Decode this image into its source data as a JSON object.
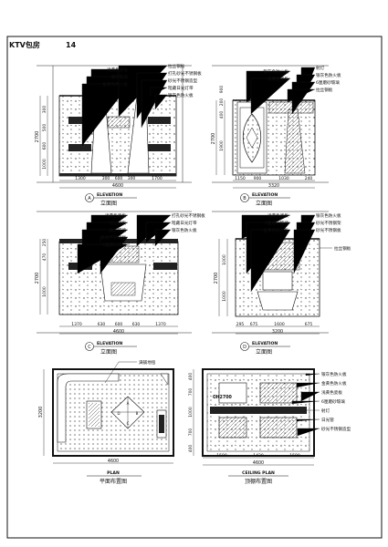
{
  "sheet": {
    "title": "KTV包房",
    "number": "14"
  },
  "elevation_a": {
    "callouts_left": [
      "浅黄色瓷板",
      "磨砂玻璃",
      "金黄色防火板"
    ],
    "callouts_right": [
      "拉丝钢板",
      "打孔砂光不锈钢板",
      "砂光不锈钢造型",
      "暗藏日光灯带",
      "银灰色防火板"
    ],
    "vertical_dims": [
      "2700",
      "1000",
      "600",
      "500",
      "300"
    ],
    "horizontal_dims": [
      "1300",
      "300",
      "600",
      "300",
      "1700"
    ],
    "total_width": "4600",
    "marker": "A",
    "label_en": "ELEVATION",
    "label_cn": "立面图"
  },
  "elevation_b": {
    "callouts_left": [
      "银灰色防火板",
      "浅黄色瓷板"
    ],
    "callouts_right": [
      "射灯",
      "银灰色防火板",
      "6厘磨砂玻璃",
      "拉丝钢板"
    ],
    "vertical_dims": [
      "2700",
      "1900",
      "400",
      "200",
      "900"
    ],
    "horizontal_dims": [
      "1150",
      "900",
      "1030",
      "240"
    ],
    "total_width": "3320",
    "marker": "B",
    "label_en": "ELEVATION",
    "label_cn": "立面图"
  },
  "elevation_c": {
    "callouts_left": [
      "浅黄色瓷板",
      "拉丝钢板",
      "磨砂玻璃",
      "砂光不锈钢栏",
      "6厘磨砂玻璃"
    ],
    "callouts_right": [
      "打孔砂光不锈钢板",
      "暗藏日光灯带",
      "银灰色防火板"
    ],
    "vertical_dims": [
      "2700",
      "1000",
      "470",
      "250"
    ],
    "horizontal_dims": [
      "1370",
      "630",
      "600",
      "630",
      "1370"
    ],
    "total_width": "4600",
    "marker": "C",
    "label_en": "ELEVATION",
    "label_cn": "立面图"
  },
  "elevation_d": {
    "callouts_left": [
      "浅黄色瓷板",
      "6厘磨砂玻璃",
      "金黄色防火板"
    ],
    "callouts_right": [
      "银灰色防火板",
      "砂光不锈钢架",
      "砂光不锈钢板"
    ],
    "side_note": "拉丝钢板",
    "vertical_dims": [
      "2700",
      "1000",
      "1000"
    ],
    "horizontal_dims": [
      "295",
      "675",
      "1600",
      "675"
    ],
    "total_width": "3200",
    "marker": "D",
    "label_en": "ELEVATION",
    "label_cn": "立面图"
  },
  "plan": {
    "callout": "满铺地毯",
    "vertical_dim": "3200",
    "total_width": "4600",
    "markers": [
      "A",
      "B",
      "C",
      "D"
    ],
    "label_en": "PLAN",
    "label_cn": "平面布置图"
  },
  "ceiling": {
    "callouts": [
      "银灰色防火板",
      "金黄色防火板",
      "浅黄色瓷板",
      "6厘磨砂玻璃",
      "射灯",
      "日光管",
      "砂光不锈钢造型"
    ],
    "height_mark": "CH2700",
    "vertical_dims": [
      "400",
      "700",
      "1000",
      "700",
      "400"
    ],
    "horizontal_dims": [
      "1590",
      "1420",
      "1590"
    ],
    "total_width": "4600",
    "label_en": "CEILING PLAN",
    "label_cn": "顶棚布置图"
  }
}
